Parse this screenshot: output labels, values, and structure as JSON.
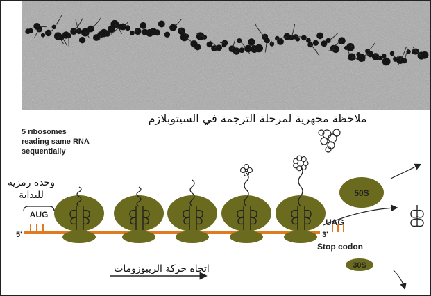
{
  "micrograph": {
    "caption": "ملاحظة مجهرية لمرحلة الترجمة في السيتوبلازم"
  },
  "diagram": {
    "ribosome_note_lines": [
      "5 ribosomes",
      "reading same RNA",
      "sequentially"
    ],
    "start_unit_label_lines": [
      "وحدة رمزية",
      "للبداية"
    ],
    "start_codon": "AUG",
    "stop_codon": "UAG",
    "five_prime": "5'",
    "three_prime": "3'",
    "stop_codon_label": "Stop codon",
    "large_subunit": "50S",
    "small_subunit": "30S",
    "direction_label": "اتجاه حركة الريبوزومات",
    "colors": {
      "ribosome": "#6b6b1f",
      "mrna": "#e07a1f"
    }
  }
}
